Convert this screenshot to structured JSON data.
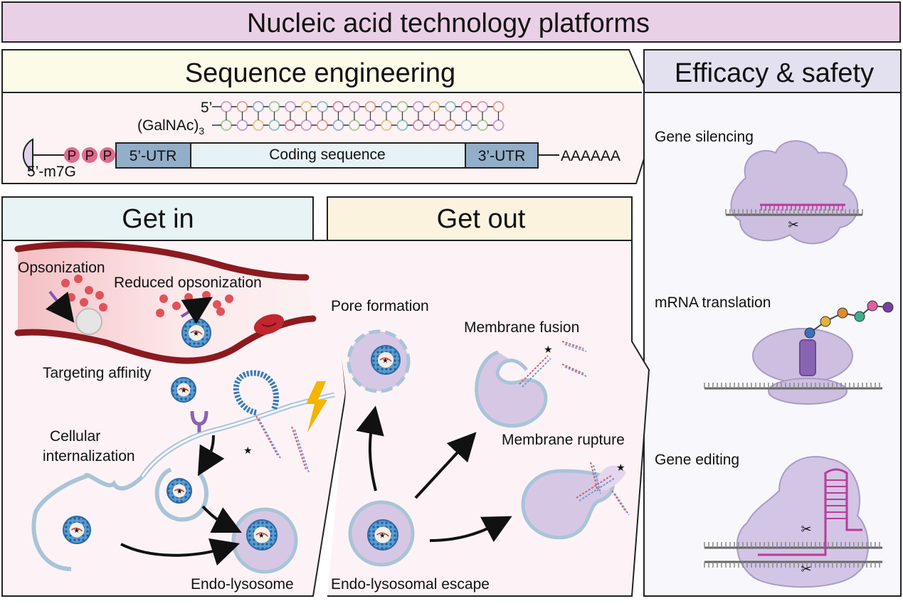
{
  "banner": {
    "title": "Nucleic acid technology platforms"
  },
  "sequence_engineering": {
    "title": "Sequence engineering",
    "strand_top_label": "5’",
    "strand_bottom_label": "(GalNAc)",
    "strand_bottom_subscript": "3",
    "cap_label": "5’-m7G",
    "phosphates": [
      "P",
      "P",
      "P"
    ],
    "utr5": "5’-UTR",
    "coding": "Coding sequence",
    "utr3": "3’-UTR",
    "polyA": "AAAAAA"
  },
  "efficacy_safety": {
    "title": "Efficacy & safety",
    "items": [
      "Gene silencing",
      "mRNA translation",
      "Gene editing"
    ]
  },
  "get_in": {
    "title": "Get in",
    "labels": {
      "opsonization": "Opsonization",
      "reduced_opsonization": "Reduced opsonization",
      "targeting": "Targeting affinity",
      "cellular": "Cellular",
      "internalization": "internalization",
      "endo_lysosome": "Endo-lysosome"
    }
  },
  "get_out": {
    "title": "Get out",
    "labels": {
      "pore": "Pore formation",
      "fusion": "Membrane fusion",
      "rupture": "Membrane rupture",
      "escape": "Endo-lysosomal escape"
    }
  },
  "colors": {
    "banner_bg": "#ead0e6",
    "seq_header_bg": "#fcfbe8",
    "seq_body_bg": "#fdf3f5",
    "eff_header_bg": "#e3e1f0",
    "eff_body_bg": "#f8f7fc",
    "getin_header_bg": "#e7f3f5",
    "getout_header_bg": "#fcf3df",
    "panel_bg": "#fdf3f6",
    "vessel": "#8b1a1f",
    "vesicle_fill": "#d6c8e4",
    "membrane": "#a9c4d8",
    "utr_fill": "#93aec8",
    "coding_fill": "#e6f2f6",
    "phosphate": "#e06a91",
    "lnp": "#3a7bb6",
    "protein": "#c9b5dc",
    "magenta": "#b83c9a",
    "particle": "#e0525a"
  }
}
